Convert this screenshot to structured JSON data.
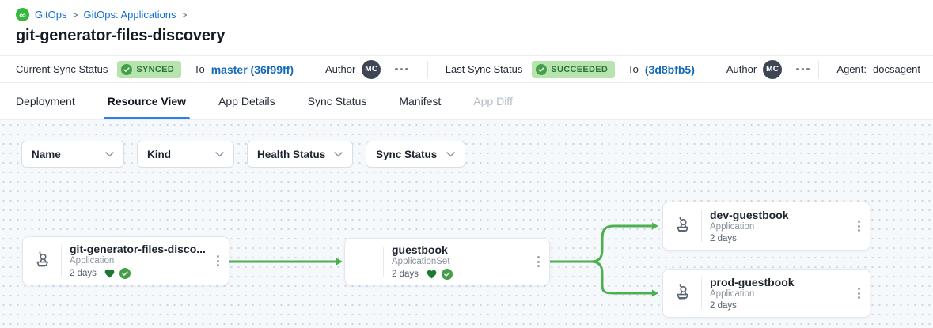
{
  "breadcrumb": {
    "logo": "gitops-infinity-icon",
    "items": [
      {
        "label": "GitOps"
      },
      {
        "label": "GitOps: Applications"
      }
    ],
    "separator": ">"
  },
  "page_title": "git-generator-files-discovery",
  "status_bar": {
    "current_sync": {
      "label": "Current Sync Status",
      "badge": "SYNCED",
      "to_label": "To",
      "revision": "master (36f99ff)",
      "author_label": "Author",
      "author_initials": "MC"
    },
    "last_sync": {
      "label": "Last Sync Status",
      "badge": "SUCCEEDED",
      "to_label": "To",
      "revision": "(3d8bfb5)",
      "author_label": "Author",
      "author_initials": "MC"
    },
    "agent": {
      "label": "Agent:",
      "value": "docsagent"
    }
  },
  "tabs": [
    {
      "label": "Deployment"
    },
    {
      "label": "Resource View",
      "active": true
    },
    {
      "label": "App Details"
    },
    {
      "label": "Sync Status"
    },
    {
      "label": "Manifest"
    },
    {
      "label": "App Diff",
      "disabled": true
    }
  ],
  "filters": [
    {
      "label": "Name"
    },
    {
      "label": "Kind"
    },
    {
      "label": "Health Status"
    },
    {
      "label": "Sync Status"
    }
  ],
  "graph": {
    "nodes": [
      {
        "title": "git-generator-files-disco...",
        "kind": "Application",
        "age": "2 days",
        "health": "healthy",
        "sync": "synced"
      },
      {
        "title": "guestbook",
        "kind": "ApplicationSet",
        "age": "2 days",
        "health": "healthy",
        "sync": "synced"
      },
      {
        "title": "dev-guestbook",
        "kind": "Application",
        "age": "2 days"
      },
      {
        "title": "prod-guestbook",
        "kind": "Application",
        "age": "2 days"
      }
    ],
    "edge_color": "#4caf50"
  },
  "colors": {
    "brand_green": "#35b93c",
    "badge_bg": "#b7e4ae",
    "badge_text": "#2a7534",
    "link_blue": "#1569b8",
    "breadcrumb_blue": "#0f6cd7",
    "tab_accent_blue": "#2f80ed",
    "heart_green": "#1b7a30",
    "check_green": "#43a047"
  }
}
